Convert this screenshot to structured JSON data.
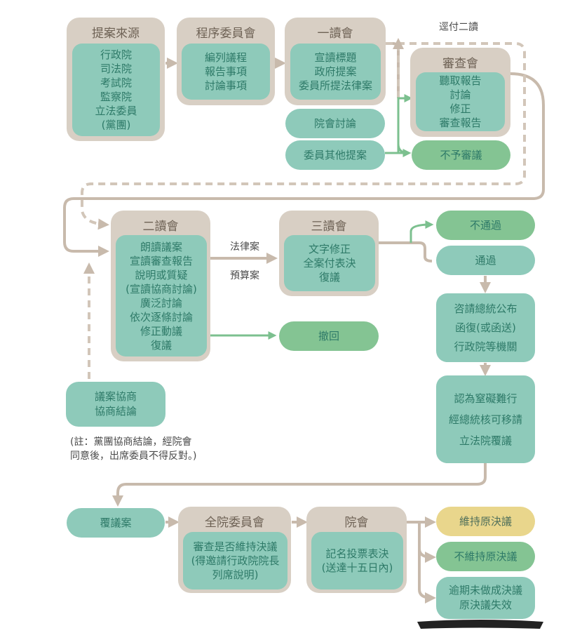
{
  "source": {
    "title": "提案來源",
    "items": [
      "行政院",
      "司法院",
      "考試院",
      "監察院",
      "立法委員",
      "(黨團)"
    ]
  },
  "procedure": {
    "title": "程序委員會",
    "items": [
      "編列議程",
      "報告事項",
      "討論事項"
    ]
  },
  "first_reading": {
    "title": "一讀會",
    "items": [
      "宣讀標題",
      "政府提案",
      "委員所提法律案"
    ]
  },
  "plenary_discussion": "院會討論",
  "other_motions": "委員其他提案",
  "direct_second_label": "逕付二讀",
  "review": {
    "title": "審查會",
    "items": [
      "聽取報告",
      "討論",
      "修正",
      "審查報告"
    ]
  },
  "no_review": "不予審議",
  "second_reading": {
    "title": "二讀會",
    "items": [
      "朗讀議案",
      "宣讀審查報告",
      "說明或質疑",
      "(宣讀協商討論)",
      "廣泛討論",
      "依次逐條討論",
      "修正動議",
      "復議"
    ]
  },
  "law_label": "法律案",
  "budget_label": "預算案",
  "third_reading": {
    "title": "三讀會",
    "items": [
      "文字修正",
      "全案付表決",
      "復議"
    ]
  },
  "withdraw": "撤回",
  "rejected": "不通過",
  "passed": "通過",
  "promulgate": [
    "咨請總統公布",
    "函復(或函送)",
    "行政院等機關"
  ],
  "reconsider_request": [
    "認為窒礙難行",
    "經總統核可移請",
    "立法院覆議"
  ],
  "negotiation": [
    "議案協商",
    "協商結論"
  ],
  "note": [
    "(註：黨團協商結論，經院會",
    "同意後，出席委員不得反對。)"
  ],
  "reconsideration": "覆議案",
  "committee_whole": {
    "title": "全院委員會",
    "items": [
      "審查是否維持決議",
      "(得邀請行政院院長",
      "列席說明)"
    ]
  },
  "plenary": {
    "title": "院會",
    "items": [
      "記名投票表決",
      "(送達十五日內)"
    ]
  },
  "maintain": "維持原決議",
  "not_maintain": "不維持原決議",
  "expired": [
    "逾期未做成決議",
    "原決議失效"
  ]
}
